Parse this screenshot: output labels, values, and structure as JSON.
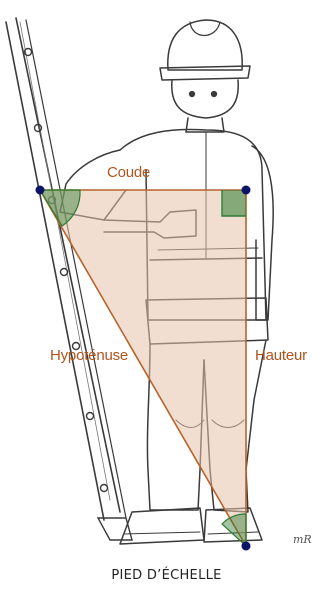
{
  "labels": {
    "coude": "Coude",
    "hypotenuse": "Hypoténuse",
    "hauteur": "Hauteur"
  },
  "caption": "PIED D’ÉCHELLE",
  "signature": "mR",
  "colors": {
    "triangle_fill": "#e6c2ac",
    "triangle_stroke": "#b8632b",
    "label_text": "#b0541e",
    "vertex": "#0d1466",
    "right_angle": "#2e7d32",
    "sketch": "#3a3a3a"
  }
}
